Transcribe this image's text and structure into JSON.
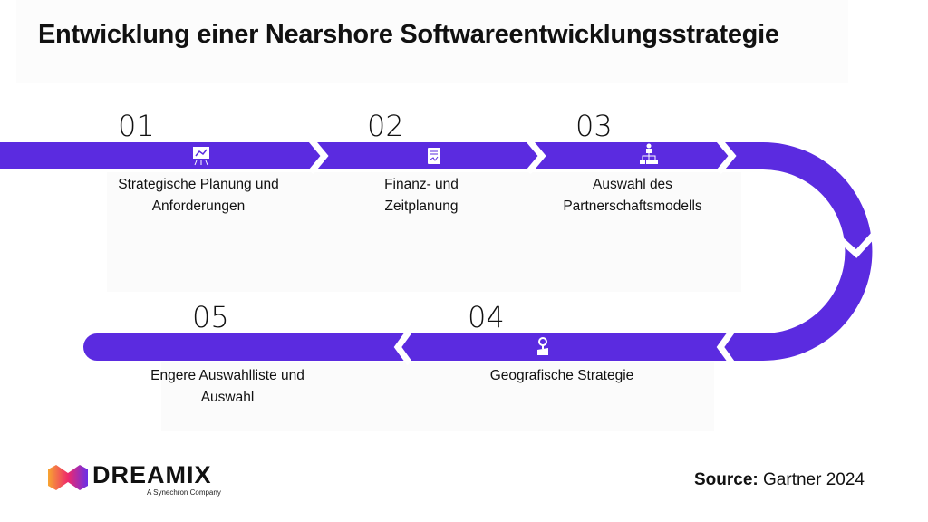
{
  "title": "Entwicklung einer Nearshore Softwareentwicklungsstrategie",
  "steps": [
    {
      "number": "01",
      "label_line1": "Strategische Planung und",
      "label_line2": "Anforderungen",
      "icon": "presentation-chart-icon"
    },
    {
      "number": "02",
      "label_line1": "Finanz- und",
      "label_line2": "Zeitplanung",
      "icon": "finance-document-icon"
    },
    {
      "number": "03",
      "label_line1": "Auswahl des",
      "label_line2": "Partnerschaftsmodells",
      "icon": "org-chart-icon"
    },
    {
      "number": "04",
      "label_line1": "Geografische Strategie",
      "label_line2": "",
      "icon": "location-pin-icon"
    },
    {
      "number": "05",
      "label_line1": "Engere Auswahlliste und",
      "label_line2": "Auswahl",
      "icon": ""
    }
  ],
  "logo": {
    "name": "DREAMIX",
    "tagline": "A Synechron Company"
  },
  "source": {
    "label": "Source:",
    "value": "Gartner 2024"
  },
  "colors": {
    "accent": "#5b2be0"
  }
}
